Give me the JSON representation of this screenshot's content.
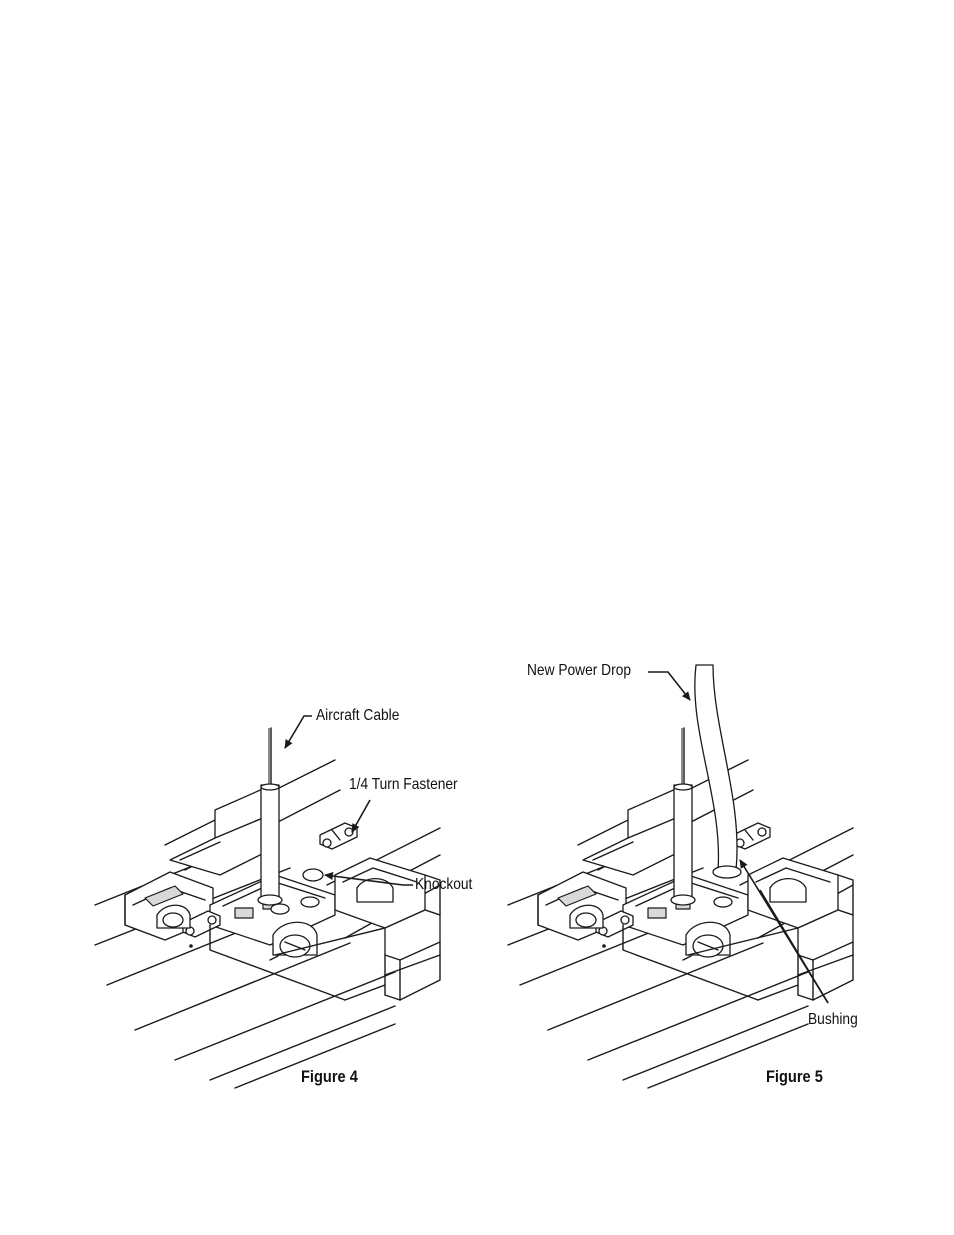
{
  "figure_left": {
    "caption": "Figure 4",
    "labels": {
      "aircraft_cable": "Aircraft Cable",
      "quarter_turn_fastener": "1/4 Turn Fastener",
      "knockout": "Knockout"
    }
  },
  "figure_right": {
    "caption": "Figure 5",
    "labels": {
      "new_power_drop": "New Power Drop",
      "bushing": "Bushing"
    }
  },
  "colors": {
    "ink": "#1a1a1a",
    "paper": "#ffffff",
    "shade": "#d9d9d9"
  },
  "icons": [
    "arrow-head-icon"
  ]
}
